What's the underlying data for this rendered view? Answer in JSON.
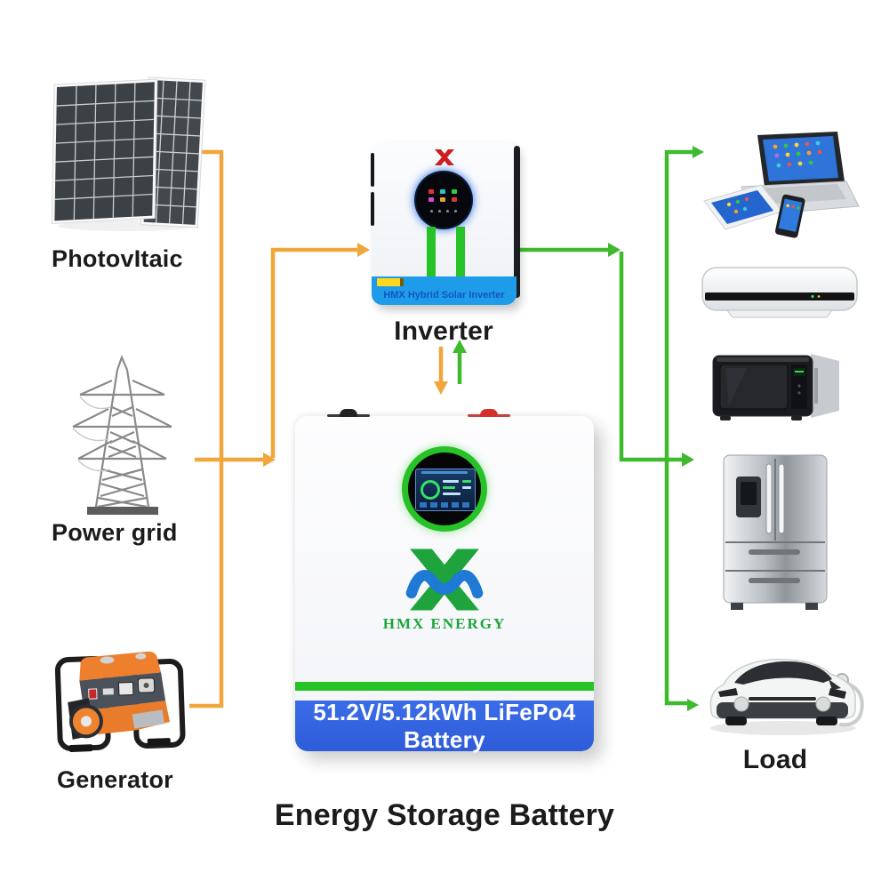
{
  "labels": {
    "photovoltaic": "PhotovItaic",
    "power_grid": "Power grid",
    "generator": "Generator",
    "inverter": "Inverter",
    "load": "Load",
    "battery_caption": "Energy Storage Battery"
  },
  "inverter": {
    "band_text": "HMX Hybrid Solar Inverter"
  },
  "battery": {
    "brand": "HMX ENERGY",
    "band_text": "51.2V/5.12kWh LiFePo4 Battery"
  },
  "load_devices": [
    "laptop-tablet-phone",
    "air-conditioner",
    "microwave-oven",
    "refrigerator",
    "electric-car"
  ],
  "colors": {
    "source_line": "#F0A63A",
    "load_line": "#3FB92D",
    "inverter_band": "#1E9CE9",
    "inverter_band_text": "#1456C0",
    "battery_band": "#2F5CD8",
    "battery_green": "#27C227",
    "brand_green": "#1FA33C",
    "brand_blue": "#1E7AD4",
    "label_color": "#1B1B1B"
  }
}
